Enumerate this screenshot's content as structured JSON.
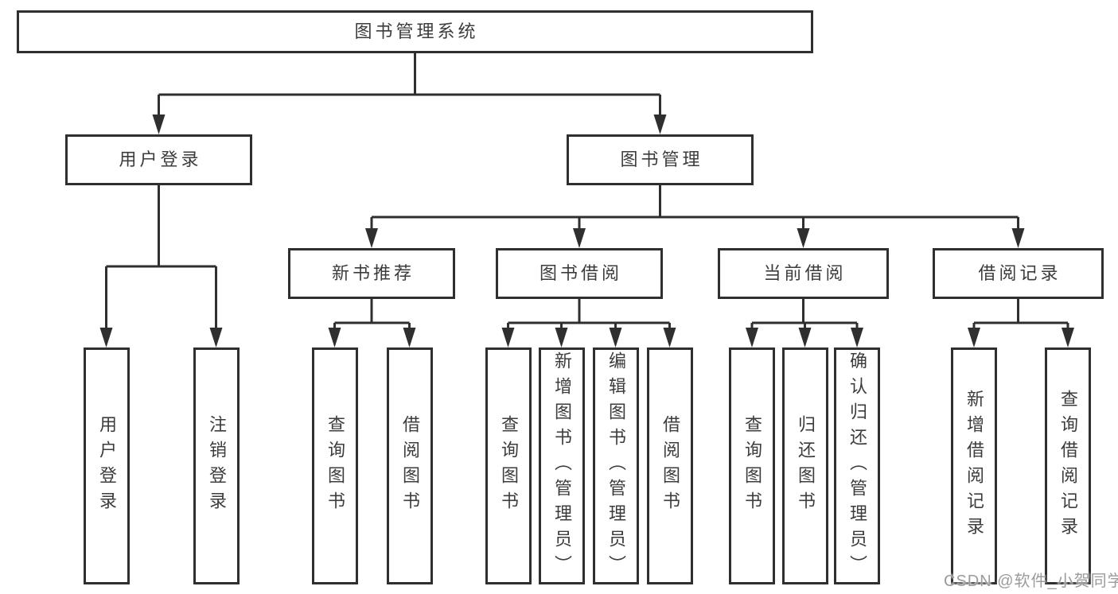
{
  "tree": {
    "root": {
      "label": "图书管理系统"
    },
    "branches": {
      "user_login": {
        "label": "用户登录",
        "children": [
          {
            "label": "用户登录"
          },
          {
            "label": "注销登录"
          }
        ]
      },
      "book_mgmt": {
        "label": "图书管理",
        "sections": {
          "new_books": {
            "label": "新书推荐",
            "children": [
              {
                "label": "查询图书"
              },
              {
                "label": "借阅图书"
              }
            ]
          },
          "borrowing": {
            "label": "图书借阅",
            "children": [
              {
                "label": "查询图书"
              },
              {
                "label": "新增图书（管理员）"
              },
              {
                "label": "编辑图书（管理员）"
              },
              {
                "label": "借阅图书"
              }
            ]
          },
          "current": {
            "label": "当前借阅",
            "children": [
              {
                "label": "查询图书"
              },
              {
                "label": "归还图书"
              },
              {
                "label": "确认归还（管理员）"
              }
            ]
          },
          "records": {
            "label": "借阅记录",
            "children": [
              {
                "label": "新增借阅记录"
              },
              {
                "label": "查询借阅记录"
              }
            ]
          }
        }
      }
    }
  },
  "colors": {
    "line": "#2f2f2f",
    "border": "#2f2f2f",
    "text": "#3c3c3c",
    "watermark": "#9b9b9b"
  },
  "watermark": "CSDN @软件_小贺同学"
}
